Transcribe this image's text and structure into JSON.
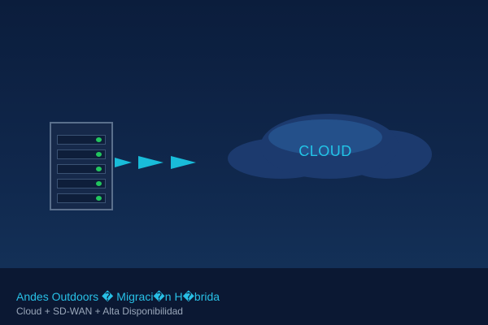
{
  "diagram": {
    "source_icon": "server-rack-icon",
    "flow_icon": "arrow-right-icon",
    "target_icon": "cloud-icon",
    "cloud_label": "CLOUD",
    "server_units": 5,
    "arrow_count": 3,
    "colors": {
      "accent": "#22c3e6",
      "led": "#22c55e",
      "cloud": "#1c3a6e",
      "cloud_highlight": "#24508a"
    }
  },
  "footer": {
    "title": "Andes Outdoors � Migraci�n H�brida",
    "subtitle": "Cloud + SD-WAN + Alta Disponibilidad"
  }
}
